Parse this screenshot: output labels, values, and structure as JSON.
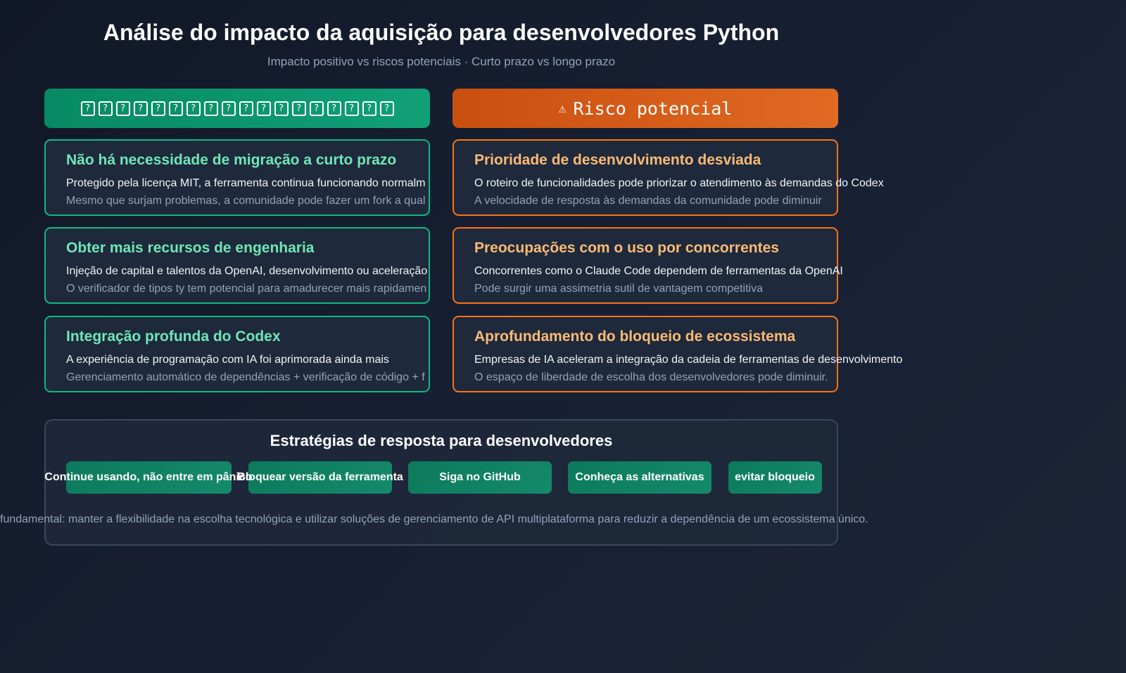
{
  "title": "Análise do impacto da aquisição para desenvolvedores Python",
  "subtitle": "Impacto positivo vs riscos potenciais · Curto prazo vs longo prazo",
  "header_left": {
    "text": "??????????????????",
    "note_glyphs": "missing-glyph-boxes",
    "color": "#0b9a6d"
  },
  "header_right": {
    "icon": "warning-icon",
    "icon_glyph": "⚠",
    "label": "Risco potencial",
    "color": "#d35b18"
  },
  "positive_cards": [
    {
      "title": "Não há necessidade de migração a curto prazo",
      "line1": "Protegido pela licença MIT, a ferramenta continua funcionando normalm",
      "line2": "Mesmo que surjam problemas, a comunidade pode fazer um fork a qual"
    },
    {
      "title": "Obter mais recursos de engenharia",
      "line1": "Injeção de capital e talentos da OpenAI, desenvolvimento ou aceleração",
      "line2": "O verificador de tipos ty tem potencial para amadurecer mais rapidamen"
    },
    {
      "title": "Integração profunda do Codex",
      "line1": "A experiência de programação com IA foi aprimorada ainda mais",
      "line2": "Gerenciamento automático de dependências + verificação de código + f"
    }
  ],
  "risk_cards": [
    {
      "title": "Prioridade de desenvolvimento desviada",
      "line1": "O roteiro de funcionalidades pode priorizar o atendimento às demandas do Codex",
      "line2": "A velocidade de resposta às demandas da comunidade pode diminuir"
    },
    {
      "title": "Preocupações com o uso por concorrentes",
      "line1": "Concorrentes como o Claude Code dependem de ferramentas da OpenAI",
      "line2": "Pode surgir uma assimetria sutil de vantagem competitiva"
    },
    {
      "title": "Aprofundamento do bloqueio de ecossistema",
      "line1": "Empresas de IA aceleram a integração da cadeia de ferramentas de desenvolvimento",
      "line2": "O espaço de liberdade de escolha dos desenvolvedores pode diminuir."
    }
  ],
  "strategies": {
    "title": "Estratégias de resposta para desenvolvedores",
    "buttons": [
      "Continue usando, não entre em pânico",
      "Bloquear versão da ferramenta",
      "Siga no GitHub",
      "Conheça as alternativas",
      "evitar bloqueio"
    ],
    "footer": "fundamental: manter a flexibilidade na escolha tecnológica e utilizar soluções de gerenciamento de API multiplataforma para reduzir a dependência de um ecossistema único."
  },
  "colors": {
    "positive": "#10b981",
    "positive_title": "#6ee7b7",
    "risk": "#f97316",
    "risk_title": "#fdba74",
    "background": "#111827"
  }
}
